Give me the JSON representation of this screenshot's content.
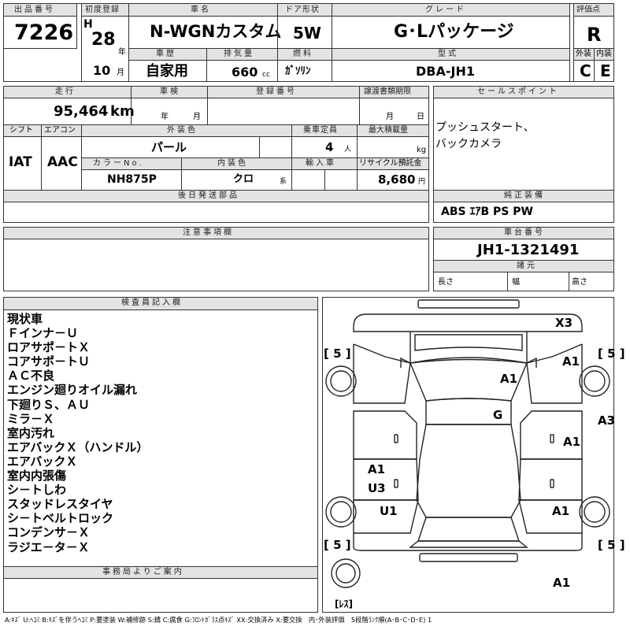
{
  "header": {
    "lot_number_label": "出品番号",
    "lot_number": "7226",
    "first_reg_label": "初度登録",
    "era": "H",
    "year": "28",
    "year_unit": "年",
    "month": "10",
    "month_unit": "月",
    "model_name_label": "車名",
    "model_name": "N-WGNカスタム",
    "doors_label": "ドア形状",
    "doors": "5W",
    "grade_label": "グレード",
    "grade": "G･Lパッケージ",
    "score_label": "評価点",
    "score": "R",
    "history_label": "車歴",
    "history": "自家用",
    "displacement_label": "排気量",
    "displacement": "660",
    "displacement_unit": "cc",
    "fuel_label": "燃料",
    "fuel": "ｶﾞｿﾘﾝ",
    "model_code_label": "型式",
    "model_code": "DBA-JH1",
    "exterior_label": "外装",
    "exterior": "C",
    "interior_label": "内装",
    "interior": "E"
  },
  "row2": {
    "mileage_label": "走行",
    "mileage": "95,464",
    "mileage_unit": "km",
    "inspection_label": "車検",
    "inspection_year_unit": "年",
    "inspection_month_unit": "月",
    "reg_no_label": "登録番号",
    "transfer_label": "譲渡書類期限",
    "transfer_month_unit": "月",
    "transfer_day_unit": "日",
    "sales_point_label": "セールスポイント",
    "sales_point_1": "プッシュスタート、",
    "sales_point_2": "バックカメラ",
    "shift_label": "シフト",
    "shift": "IAT",
    "ac_label": "エアコン",
    "ac": "AAC",
    "ext_color_label": "外装色",
    "ext_color": "パール",
    "capacity_label": "乗車定員",
    "capacity": "4",
    "capacity_unit": "人",
    "max_load_label": "最大積載量",
    "max_load_unit": "kg",
    "color_no_label": "カラーNo.",
    "color_no": "NH875P",
    "int_color_label": "内装色",
    "int_color": "クロ",
    "int_color_unit": "系",
    "import_label": "輸入車",
    "recycle_label": "リサイクル預託金",
    "recycle": "8,680",
    "recycle_unit": "円",
    "later_parts_label": "後日発送部品",
    "equipment_label": "純正装備",
    "equipment": "ABS ｴｱB PS PW",
    "notes_label": "注意事項欄",
    "chassis_label": "車台番号",
    "chassis": "JH1-1321491",
    "specs_label": "諸元",
    "length_label": "長さ",
    "width_label": "幅",
    "height_label": "高さ"
  },
  "inspector": {
    "label": "検査員記入欄",
    "remarks": [
      "現状車",
      "Ｆインナ－Ｕ",
      "ロアサポ－トＸ",
      "コアサポ－トＵ",
      "ＡＣ不良",
      "エンジン廻りオイル漏れ",
      "下廻りＳ、ＡＵ",
      "ミラ－Ｘ",
      "室内汚れ",
      "エアバックＸ（ハンドル）",
      "エアバックＸ",
      "室内内張傷",
      "シ－トしわ",
      "スタッドレスタイヤ",
      "シ－トベルトロック",
      "コンデンサ－Ｘ",
      "ラジエ－タ－Ｘ"
    ],
    "office_label": "事務局よりご案内"
  },
  "diagram": {
    "marks": [
      {
        "text": "X3"
      },
      {
        "text": "A1"
      },
      {
        "text": "A1"
      },
      {
        "text": "G"
      },
      {
        "text": "A3"
      },
      {
        "text": "A1"
      },
      {
        "text": "A1"
      },
      {
        "text": "U3"
      },
      {
        "text": "U1"
      },
      {
        "text": "A1"
      },
      {
        "text": "A1"
      }
    ],
    "tire_marks": [
      "[ 5 ]",
      "[ 5 ]",
      "[ 5 ]",
      "[ 5 ]",
      "[ﾚｽ]"
    ]
  },
  "legend": "A:ｷｽﾞ U:ﾍｺﾐ B:ｷｽﾞを伴うﾍｺﾐ P:要塗装 W:補修跡 S:錆 C:腐食 G:ﾌﾛﾝﾄｶﾞﾗｽ点ｷｽﾞ XX:交換済み X:要交換　内･外装評価　5段階ﾗﾝｸ順(A･B･C･D･E) 1"
}
